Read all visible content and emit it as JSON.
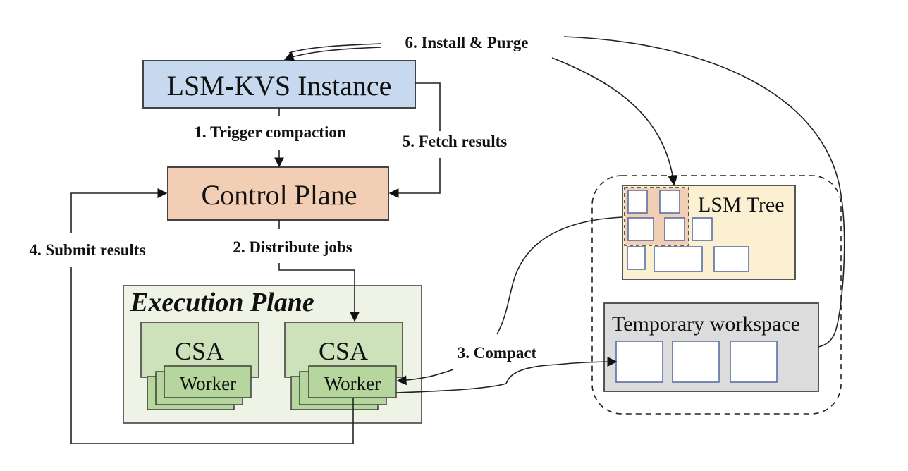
{
  "diagram": {
    "nodes": {
      "lsm_kvs": {
        "label": "LSM-KVS Instance",
        "color": "#c6d9ee"
      },
      "control_plane": {
        "label": "Control Plane",
        "color": "#f2cfb4"
      },
      "execution_plane": {
        "label": "Execution Plane",
        "color": "#eef3e6"
      },
      "csa_left": {
        "label": "CSA",
        "worker_label": "Worker"
      },
      "csa_right": {
        "label": "CSA",
        "worker_label": "Worker"
      },
      "lsm_tree": {
        "label": "LSM Tree",
        "color": "#fbf0d2"
      },
      "temp_workspace": {
        "label": "Temporary workspace",
        "color": "#dcdcdc"
      }
    },
    "colors": {
      "csa": "#cde2bb",
      "worker": "#b5d69c",
      "selected_sst": "#f2cfb4",
      "sst_border": "#5a6fa6"
    },
    "edges": {
      "step1": "1. Trigger compaction",
      "step2": "2. Distribute jobs",
      "step3": "3. Compact",
      "step4": "4. Submit results",
      "step5": "5. Fetch results",
      "step6": "6. Install & Purge"
    }
  }
}
